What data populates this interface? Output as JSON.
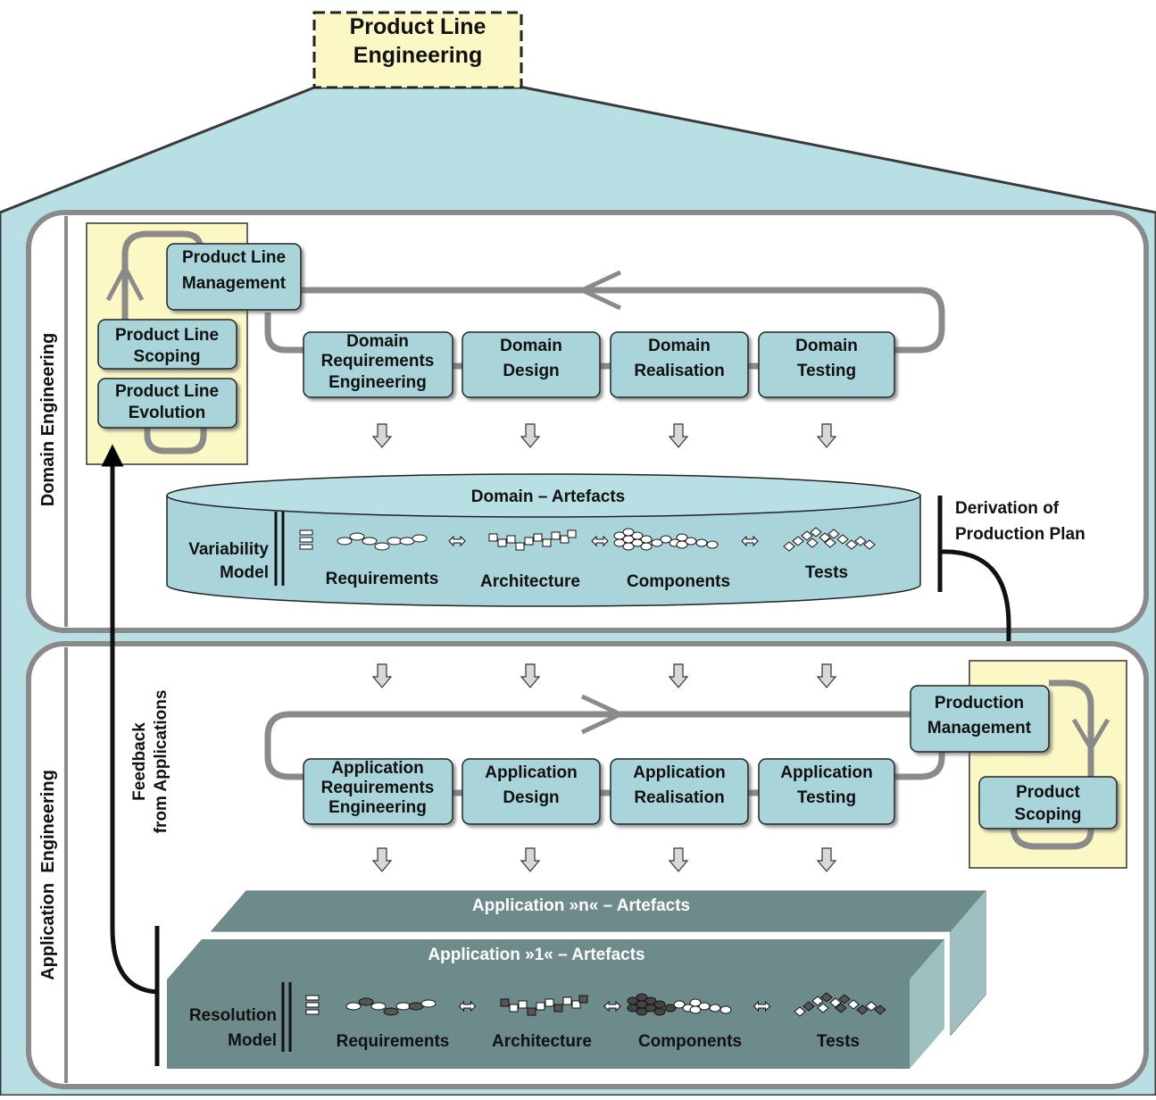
{
  "title": {
    "line1": "Product Line",
    "line2": "Engineering"
  },
  "domain_engineering": {
    "label": "Domain Engineering",
    "pl_management": {
      "line1": "Product Line",
      "line2": "Management"
    },
    "pl_scoping": {
      "line1": "Product Line",
      "line2": "Scoping"
    },
    "pl_evolution": {
      "line1": "Product Line",
      "line2": "Evolution"
    },
    "steps": [
      {
        "lines": [
          "Domain",
          "Requirements",
          "Engineering"
        ]
      },
      {
        "lines": [
          "Domain",
          "Design"
        ]
      },
      {
        "lines": [
          "Domain",
          "Realisation"
        ]
      },
      {
        "lines": [
          "Domain",
          "Testing"
        ]
      }
    ],
    "artefacts": {
      "title": "Domain – Artefacts",
      "model": {
        "line1": "Variability",
        "line2": "Model"
      },
      "labels": [
        "Requirements",
        "Architecture",
        "Components",
        "Tests"
      ]
    },
    "derivation": {
      "line1": "Derivation of",
      "line2": "Production Plan"
    }
  },
  "application_engineering": {
    "label": "Application  Engineering",
    "feedback": {
      "line1": "Feedback",
      "line2": "from Applications"
    },
    "production_management": {
      "line1": "Production",
      "line2": "Management"
    },
    "product_scoping": {
      "line1": "Product",
      "line2": "Scoping"
    },
    "steps": [
      {
        "lines": [
          "Application",
          "Requirements",
          "Engineering"
        ]
      },
      {
        "lines": [
          "Application",
          "Design"
        ]
      },
      {
        "lines": [
          "Application",
          "Realisation"
        ]
      },
      {
        "lines": [
          "Application",
          "Testing"
        ]
      }
    ],
    "artefacts_n_title": "Application »n« – Artefacts",
    "artefacts_1": {
      "title": "Application »1« – Artefacts",
      "model": {
        "line1": "Resolution",
        "line2": "Model"
      },
      "labels": [
        "Requirements",
        "Architecture",
        "Components",
        "Tests"
      ]
    }
  },
  "colors": {
    "light_blue": "#b8dfe3",
    "box_fill": "#a9d5da",
    "dark_slate": "#6e8b8b",
    "slate_side": "#8fb3b3",
    "yellow_panel": "#fbf8c6",
    "gray_line": "#8a8a8a"
  }
}
